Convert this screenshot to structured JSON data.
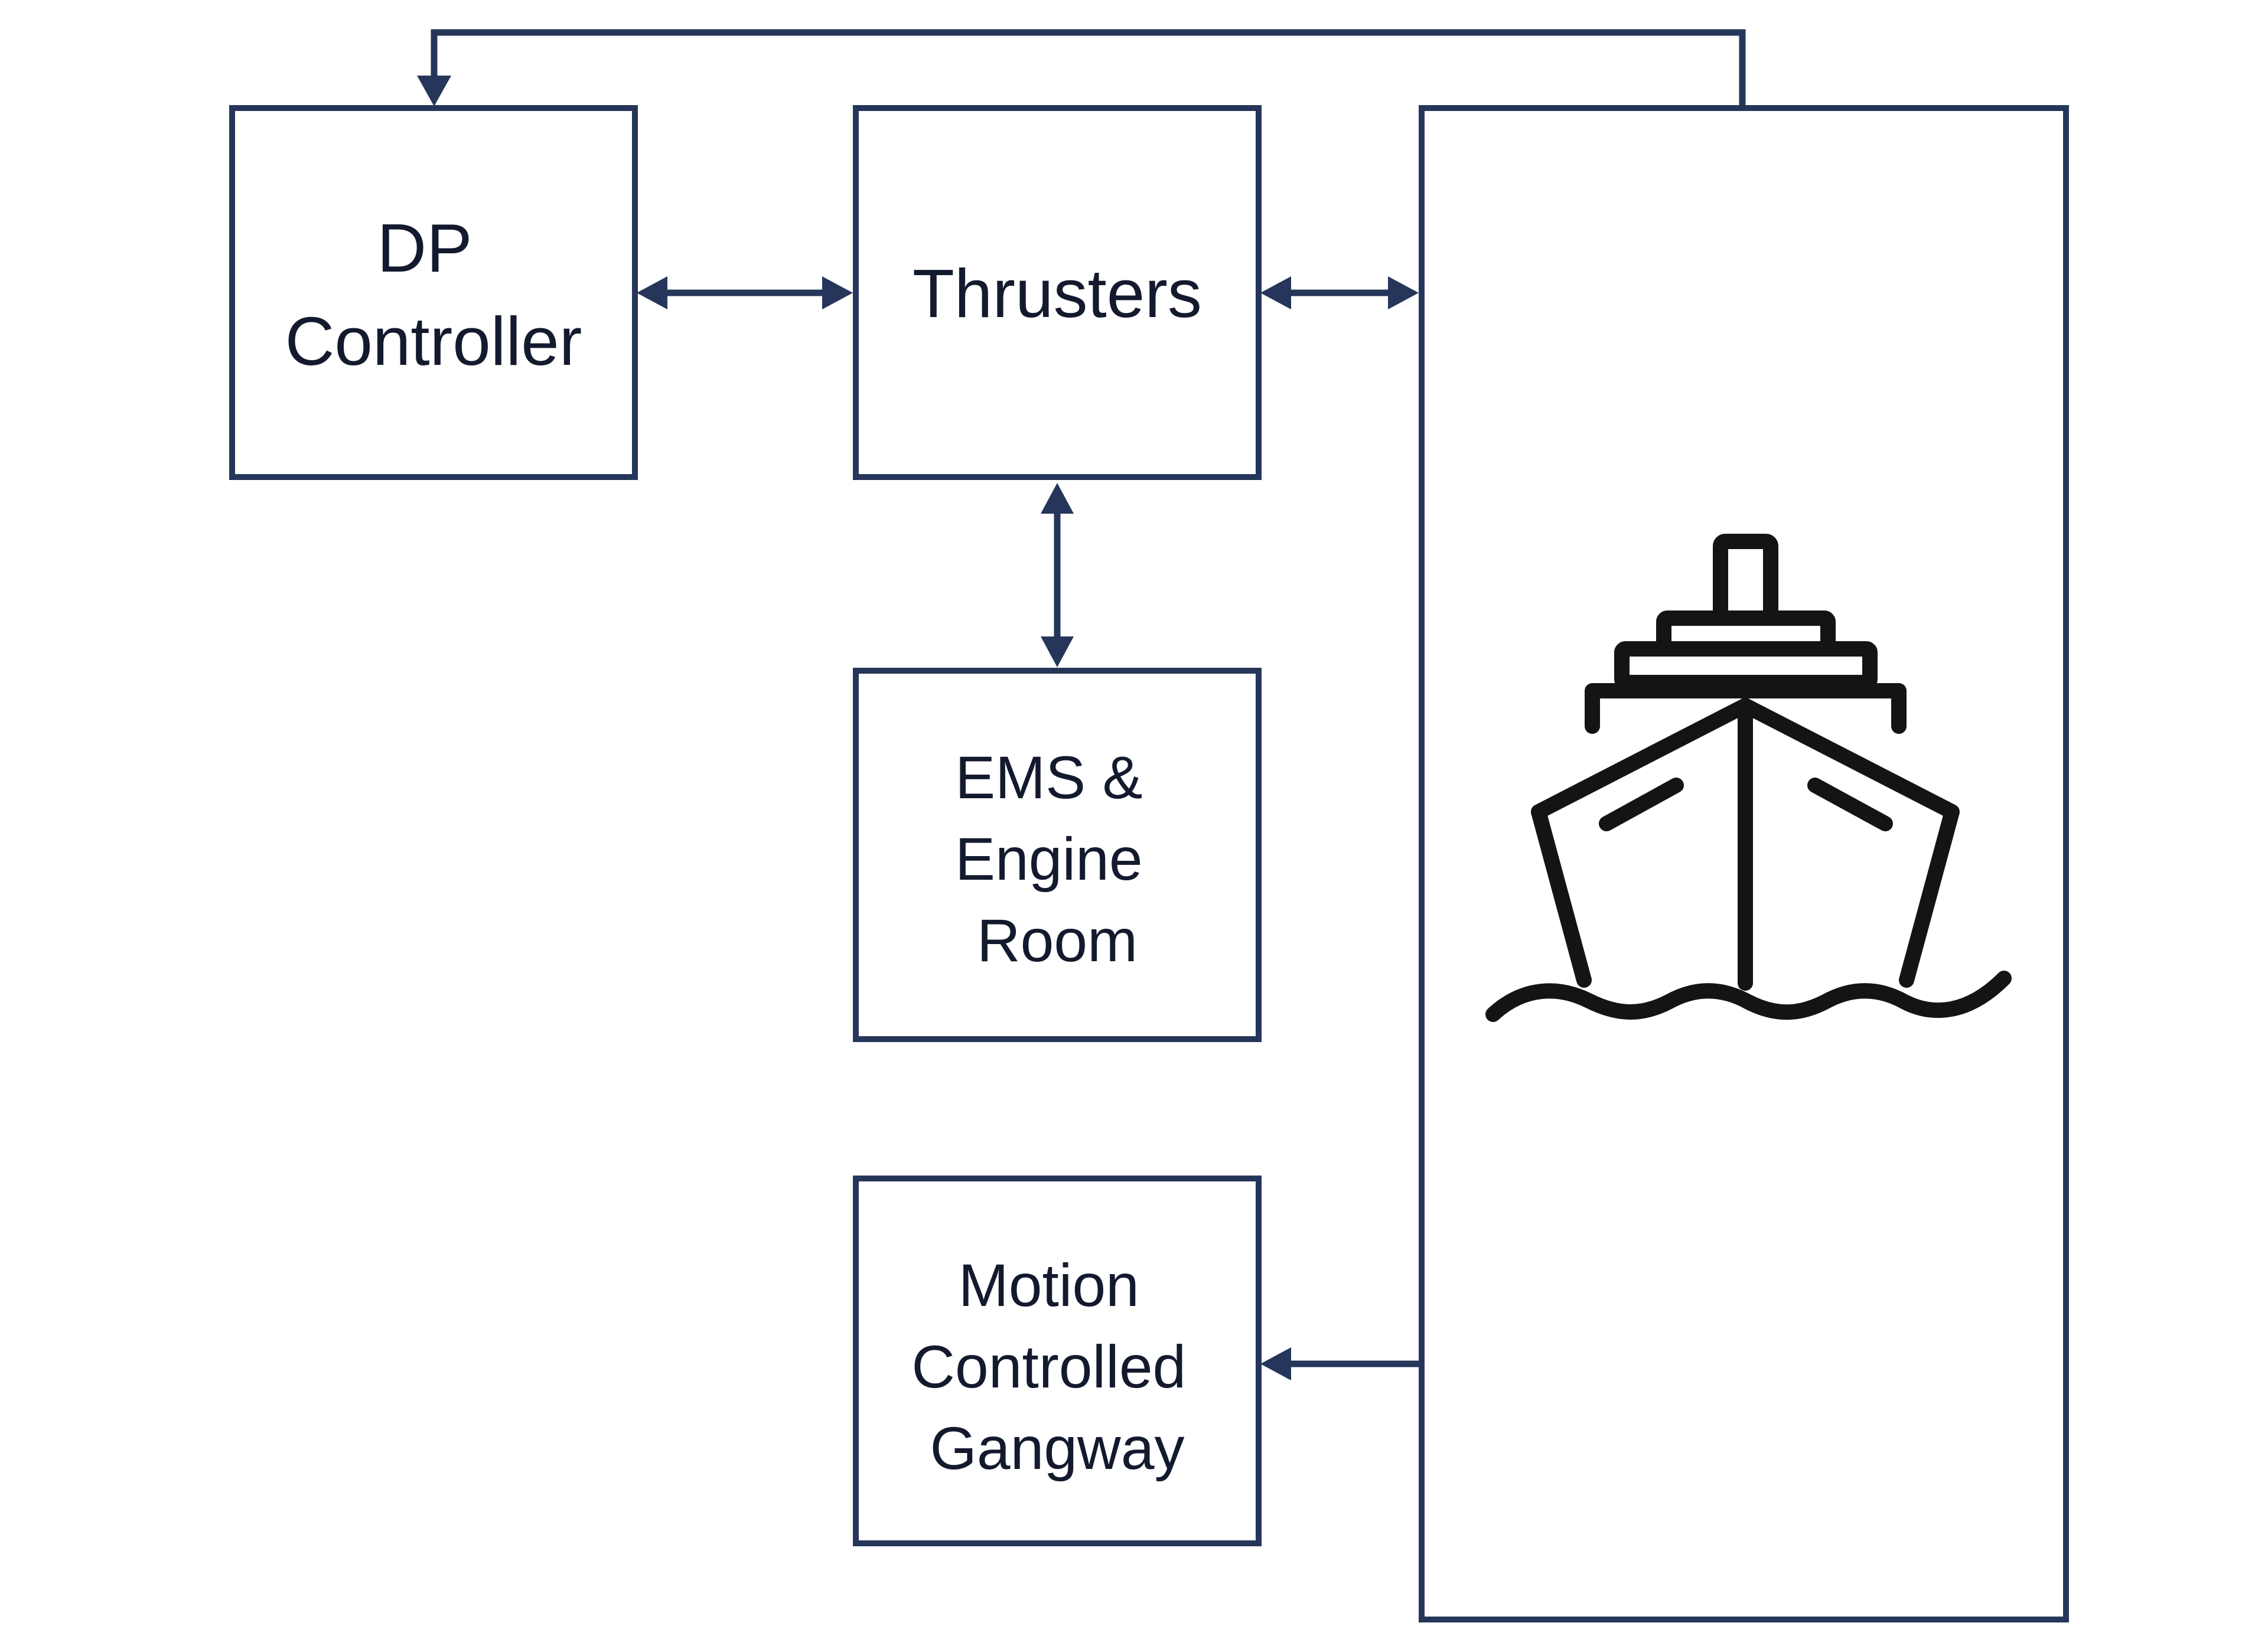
{
  "colors": {
    "line": "#26365a",
    "text": "#141a2e",
    "icon": "#141414",
    "background": "#ffffff"
  },
  "nodes": {
    "dp_controller": {
      "lines": [
        "DP",
        "Controller"
      ]
    },
    "thrusters": {
      "lines": [
        "Thrusters"
      ]
    },
    "ems_engine_room": {
      "lines": [
        "EMS &",
        "Engine",
        "Room"
      ]
    },
    "motion_gangway": {
      "lines": [
        "Motion",
        "Controlled",
        "Gangway"
      ]
    },
    "vessel": {
      "icon": "ship-icon"
    }
  },
  "edges": [
    {
      "from": "dp_controller",
      "to": "thrusters",
      "direction": "both"
    },
    {
      "from": "thrusters",
      "to": "vessel",
      "direction": "both"
    },
    {
      "from": "thrusters",
      "to": "ems_engine_room",
      "direction": "both"
    },
    {
      "from": "vessel",
      "to": "motion_gangway",
      "direction": "forward"
    },
    {
      "from": "vessel",
      "to": "dp_controller",
      "direction": "forward"
    }
  ]
}
